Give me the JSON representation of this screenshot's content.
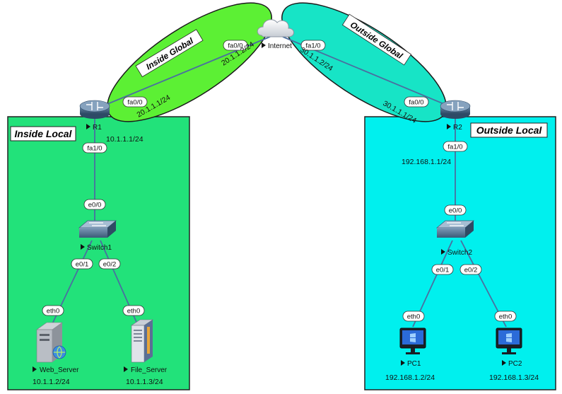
{
  "zones": {
    "inside_local": "Inside Local",
    "outside_local": "Outside Local",
    "inside_global": "Inside Global",
    "outside_global": "Outside Global"
  },
  "colors": {
    "inside_local_fill": "#22e27a",
    "outside_local_fill": "#00f0ee",
    "inside_global_fill": "#5cf034",
    "outside_global_fill": "#17e4c6",
    "link": "#4a6fa0"
  },
  "nodes": {
    "internet": {
      "name": "Internet",
      "icon": "cloud-icon"
    },
    "r1": {
      "name": "R1",
      "icon": "router-icon"
    },
    "r2": {
      "name": "R2",
      "icon": "router-icon"
    },
    "switch1": {
      "name": "Switch1",
      "icon": "switch-icon"
    },
    "switch2": {
      "name": "Switch2",
      "icon": "switch-icon"
    },
    "web_server": {
      "name": "Web_Server",
      "icon": "web-server-icon",
      "ip": "10.1.1.2/24"
    },
    "file_server": {
      "name": "File_Server",
      "icon": "file-server-icon",
      "ip": "10.1.1.3/24"
    },
    "pc1": {
      "name": "PC1",
      "icon": "pc-icon",
      "ip": "192.168.1.2/24"
    },
    "pc2": {
      "name": "PC2",
      "icon": "pc-icon",
      "ip": "192.168.1.3/24"
    }
  },
  "ports": {
    "internet_fa00": "fa0/0",
    "internet_fa10": "fa1/0",
    "r1_fa00": "fa0/0",
    "r1_fa10": "fa1/0",
    "r2_fa00": "fa0/0",
    "r2_fa10": "fa1/0",
    "switch1_e00": "e0/0",
    "switch1_e01": "e0/1",
    "switch1_e02": "e0/2",
    "switch2_e00": "e0/0",
    "switch2_e01": "e0/1",
    "switch2_e02": "e0/2",
    "web_eth0": "eth0",
    "file_eth0": "eth0",
    "pc1_eth0": "eth0",
    "pc2_eth0": "eth0"
  },
  "addresses": {
    "internet_left": "20.1.1.2/24",
    "internet_right": "30.1.1.2/24",
    "r1_wan": "20.1.1.1/24",
    "r1_lan": "10.1.1.1/24",
    "r2_wan": "30.1.1.1/24",
    "r2_lan": "192.168.1.1/24"
  }
}
